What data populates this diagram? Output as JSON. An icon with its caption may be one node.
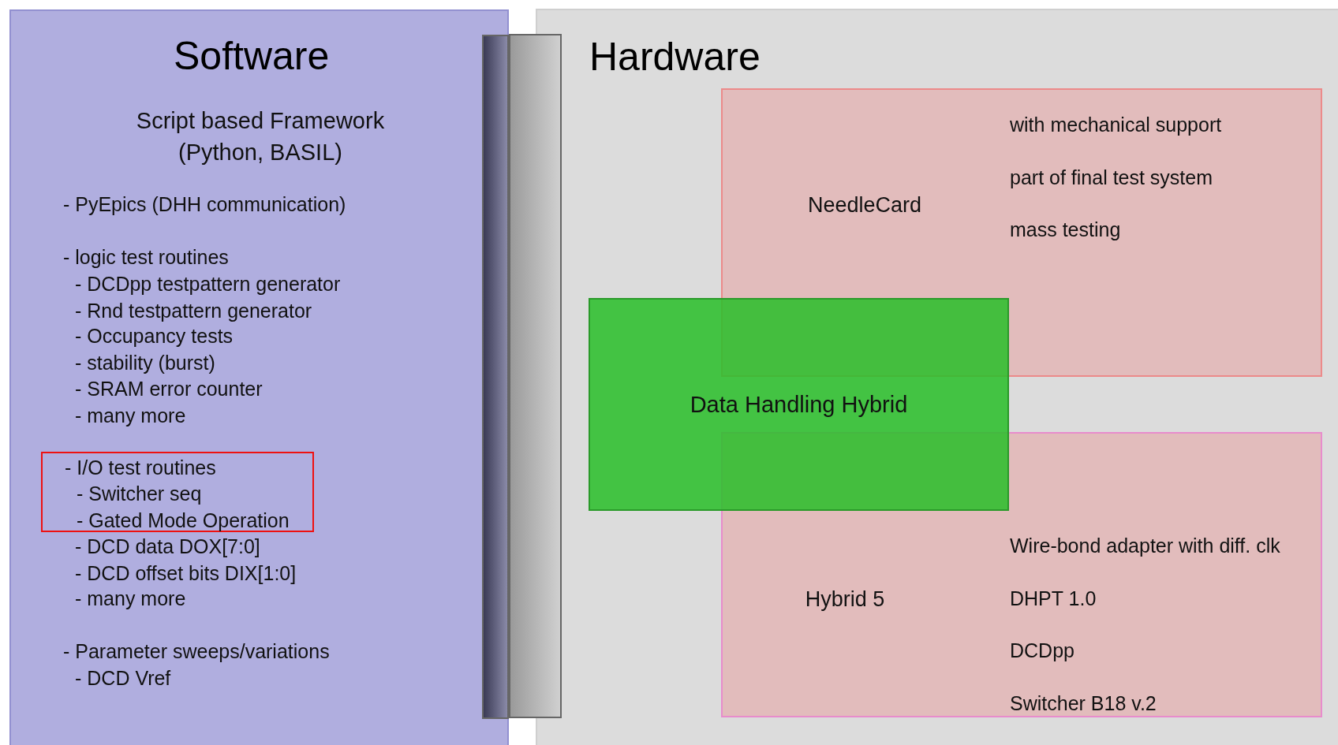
{
  "diagram": {
    "nodes": [
      {
        "text": [
          "Software",
          "Script based Framework (Python, BASIL)",
          "- PyEpics (DHH communication)",
          "- logic test routines",
          "- DCDpp testpattern generator",
          "- Rnd testpattern generator",
          "- Occupancy tests",
          "- stability (burst)",
          "- SRAM error counter",
          "- many more",
          "- DCD data DOX[7:0]",
          "- DCD offset bits DIX[1:0]",
          "- many more",
          "- Parameter sweeps/variations",
          "- DCD Vref"
        ]
      },
      {
        "text": [
          "- I/O test routines",
          "- Switcher seq",
          "- Gated Mode Operation"
        ],
        "in": 0
      },
      {
        "text": [
          "Hardware"
        ]
      },
      {
        "text": [
          "NeedleCard",
          "with mechanical support",
          "part of final test system",
          "mass testing"
        ],
        "in": 2
      },
      {
        "text": [
          "Hybrid 5",
          "Wire-bond adapter with diff. clk",
          "DHPT 1.0",
          "DCDpp",
          "Switcher B18 v.2"
        ],
        "in": 2
      },
      {
        "text": [
          "Data Handling Hybrid"
        ],
        "in": 2
      },
      {
        "text": [],
        "shape": "bar",
        "in": 0
      },
      {
        "text": [],
        "shape": "bar"
      }
    ]
  }
}
